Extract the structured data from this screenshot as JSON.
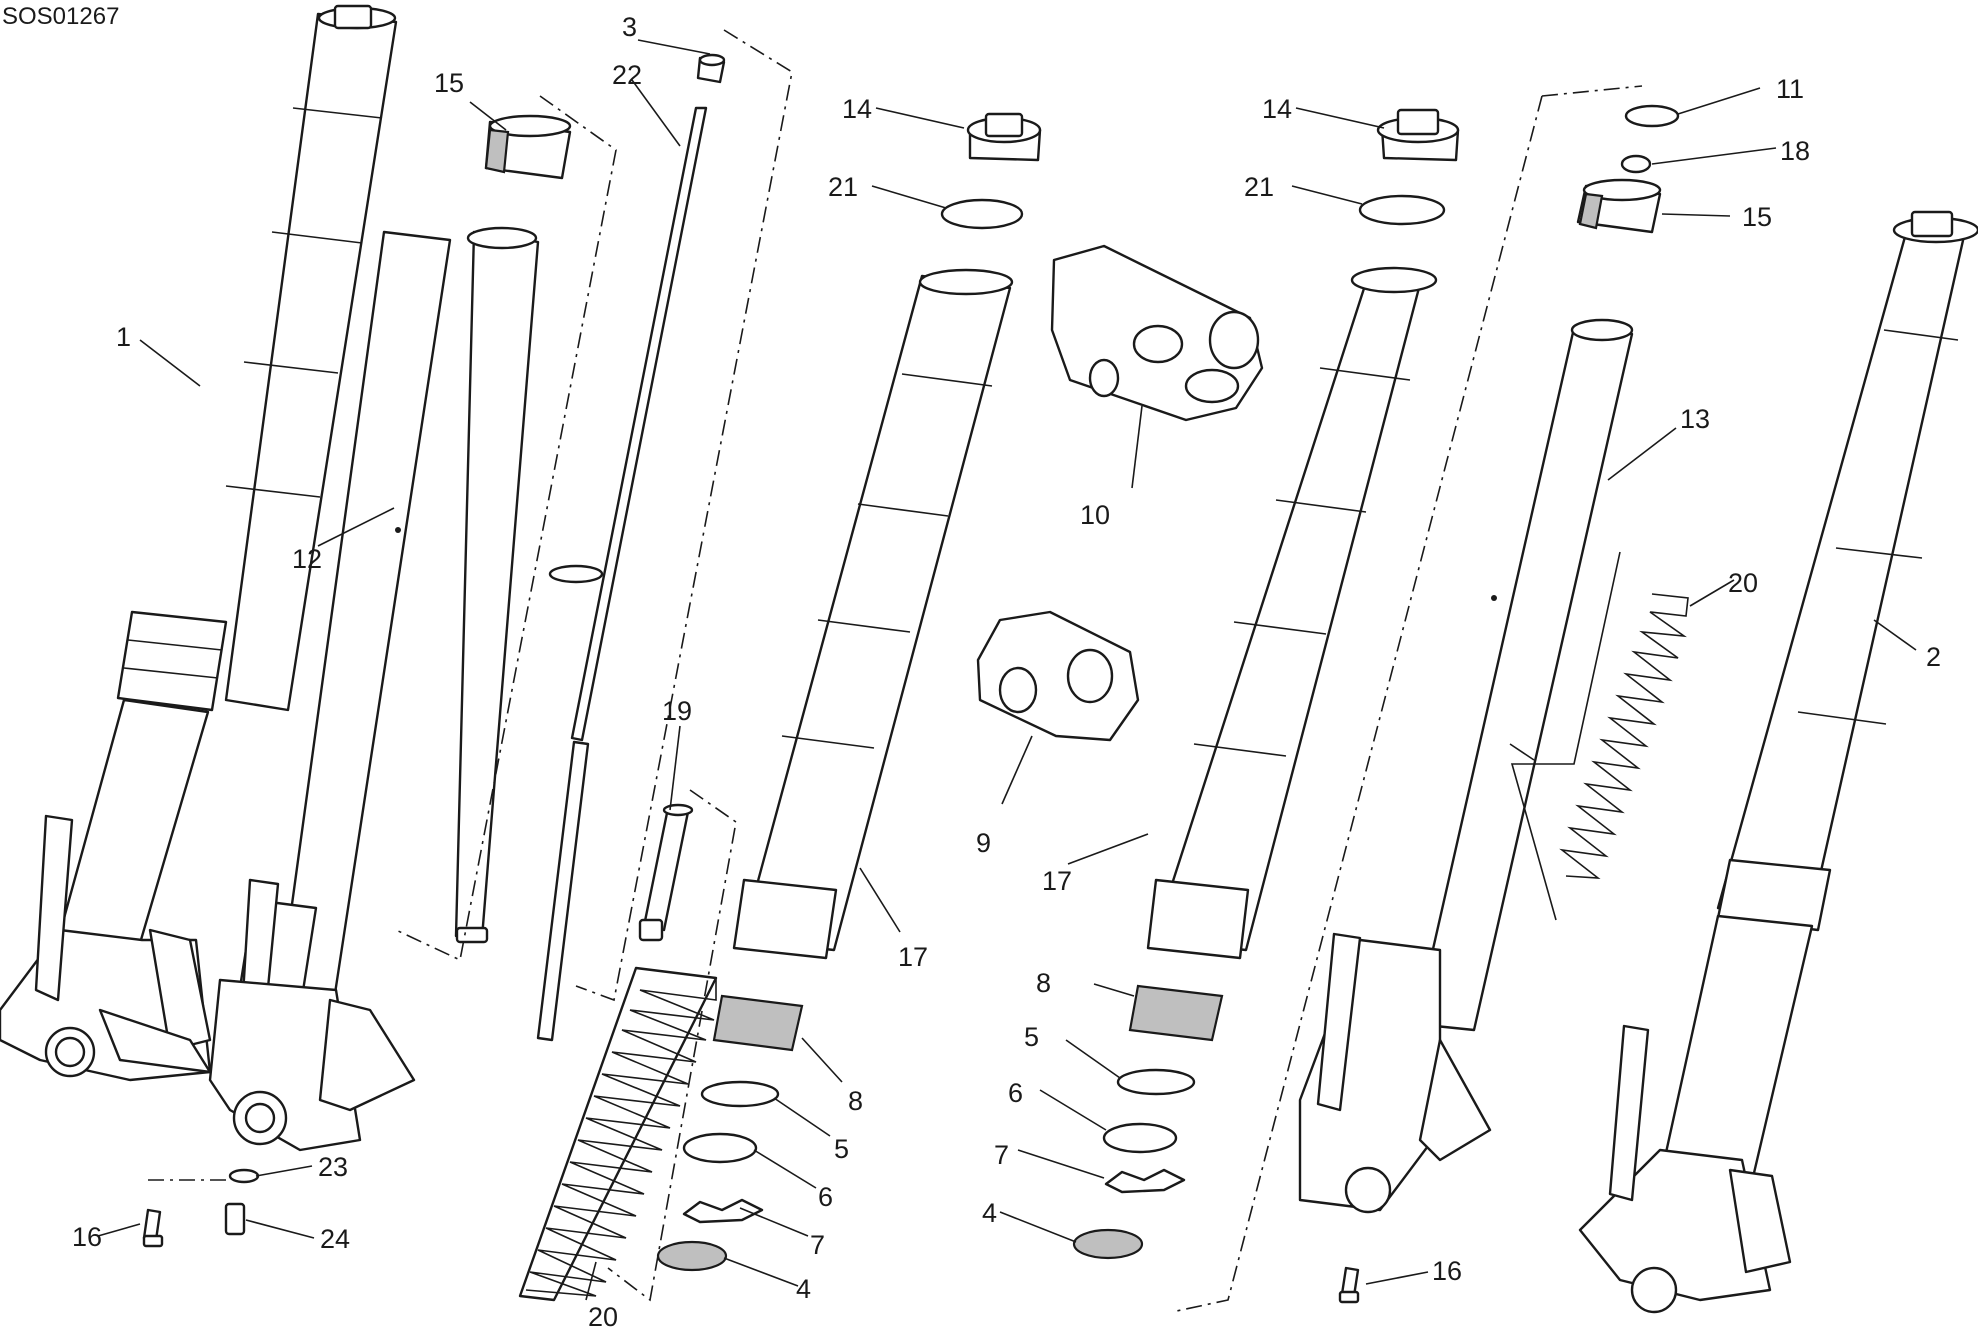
{
  "drawing_code": "SOS01267",
  "callouts": [
    {
      "id": "c1",
      "label": "1"
    },
    {
      "id": "c2",
      "label": "2"
    },
    {
      "id": "c3",
      "label": "3"
    },
    {
      "id": "c4a",
      "label": "4"
    },
    {
      "id": "c4b",
      "label": "4"
    },
    {
      "id": "c5a",
      "label": "5"
    },
    {
      "id": "c5b",
      "label": "5"
    },
    {
      "id": "c6a",
      "label": "6"
    },
    {
      "id": "c6b",
      "label": "6"
    },
    {
      "id": "c7a",
      "label": "7"
    },
    {
      "id": "c7b",
      "label": "7"
    },
    {
      "id": "c8a",
      "label": "8"
    },
    {
      "id": "c8b",
      "label": "8"
    },
    {
      "id": "c9",
      "label": "9"
    },
    {
      "id": "c10",
      "label": "10"
    },
    {
      "id": "c11",
      "label": "11"
    },
    {
      "id": "c12",
      "label": "12"
    },
    {
      "id": "c13",
      "label": "13"
    },
    {
      "id": "c14a",
      "label": "14"
    },
    {
      "id": "c14b",
      "label": "14"
    },
    {
      "id": "c15a",
      "label": "15"
    },
    {
      "id": "c15b",
      "label": "15"
    },
    {
      "id": "c16a",
      "label": "16"
    },
    {
      "id": "c16b",
      "label": "16"
    },
    {
      "id": "c17a",
      "label": "17"
    },
    {
      "id": "c17b",
      "label": "17"
    },
    {
      "id": "c18",
      "label": "18"
    },
    {
      "id": "c19",
      "label": "19"
    },
    {
      "id": "c20a",
      "label": "20"
    },
    {
      "id": "c20b",
      "label": "20"
    },
    {
      "id": "c21a",
      "label": "21"
    },
    {
      "id": "c21b",
      "label": "21"
    },
    {
      "id": "c22",
      "label": "22"
    },
    {
      "id": "c23",
      "label": "23"
    },
    {
      "id": "c24",
      "label": "24"
    }
  ]
}
